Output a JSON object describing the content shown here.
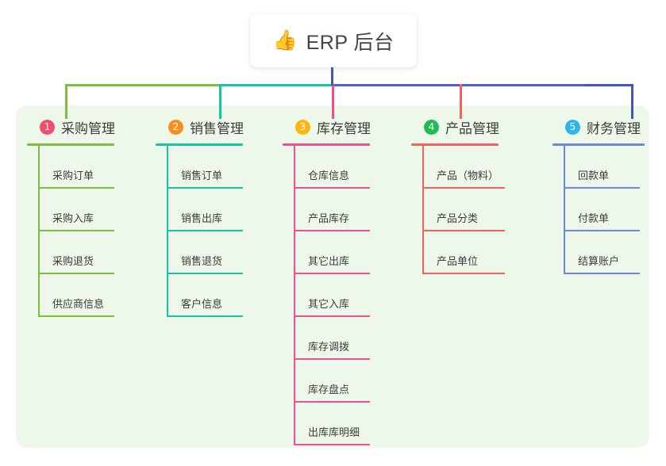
{
  "root": {
    "icon": "thumbs-up-icon",
    "icon_glyph": "👍",
    "title": "ERP 后台"
  },
  "theme": {
    "panel_bg": "#eef8ea",
    "page_bg": "#ffffff",
    "root_stem": "#4156c5",
    "text": "#3c3c3c"
  },
  "connector_bar": {
    "segments": [
      {
        "color": "#7ebc42"
      },
      {
        "color": "#17c4a4"
      },
      {
        "color": "#5260c9"
      },
      {
        "color": "#4156c5"
      }
    ],
    "drops": [
      "#7ebc42",
      "#17c4a4",
      "#ef4f91",
      "#f5615c",
      "#4156c5"
    ]
  },
  "columns": [
    {
      "number": "1",
      "label": "采购管理",
      "badge_color": "#f0506e",
      "line_color": "#7ebc42",
      "items": [
        {
          "label": "采购订单"
        },
        {
          "label": "采购入库"
        },
        {
          "label": "采购退货"
        },
        {
          "label": "供应商信息"
        }
      ]
    },
    {
      "number": "2",
      "label": "销售管理",
      "badge_color": "#f6911e",
      "line_color": "#17c4a4",
      "items": [
        {
          "label": "销售订单"
        },
        {
          "label": "销售出库"
        },
        {
          "label": "销售退货"
        },
        {
          "label": "客户信息"
        }
      ]
    },
    {
      "number": "3",
      "label": "库存管理",
      "badge_color": "#fbb515",
      "line_color": "#ef4f91",
      "items": [
        {
          "label": "仓库信息"
        },
        {
          "label": "产品库存"
        },
        {
          "label": "其它出库"
        },
        {
          "label": "其它入库"
        },
        {
          "label": "库存调拨"
        },
        {
          "label": "库存盘点"
        },
        {
          "label": "出库库明细"
        }
      ]
    },
    {
      "number": "4",
      "label": "产品管理",
      "badge_color": "#22bb55",
      "line_color": "#f5615c",
      "items": [
        {
          "label": "产品（物料）"
        },
        {
          "label": "产品分类"
        },
        {
          "label": "产品单位"
        }
      ]
    },
    {
      "number": "5",
      "label": "财务管理",
      "badge_color": "#2eb6e8",
      "line_color": "#6f86d6",
      "items": [
        {
          "label": "回款单"
        },
        {
          "label": "付款单"
        },
        {
          "label": "结算账户"
        }
      ]
    }
  ]
}
